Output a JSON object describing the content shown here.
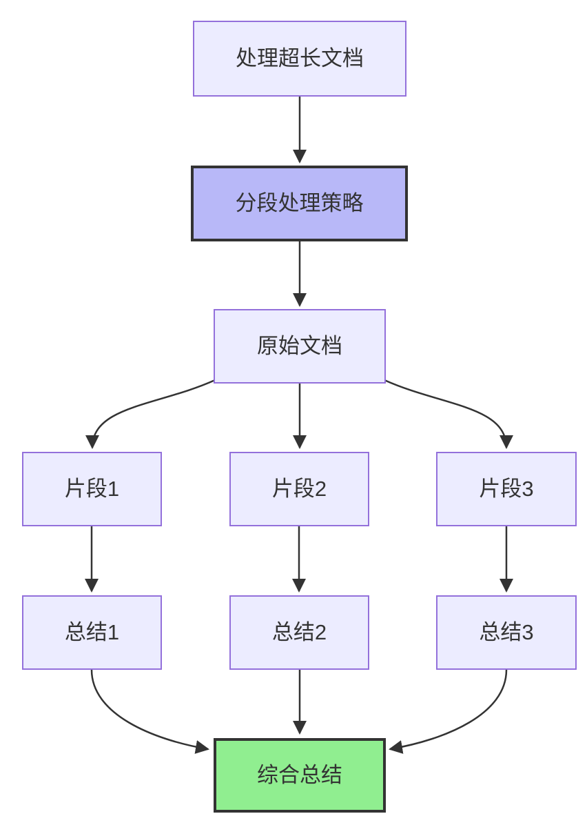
{
  "diagram": {
    "type": "flowchart-top-down",
    "nodes": [
      {
        "id": "n1",
        "label": "处理超长文档",
        "variant": "default"
      },
      {
        "id": "n2",
        "label": "分段处理策略",
        "variant": "emphasis"
      },
      {
        "id": "n3",
        "label": "原始文档",
        "variant": "default"
      },
      {
        "id": "n4",
        "label": "片段1",
        "variant": "default"
      },
      {
        "id": "n5",
        "label": "片段2",
        "variant": "default"
      },
      {
        "id": "n6",
        "label": "片段3",
        "variant": "default"
      },
      {
        "id": "n7",
        "label": "总结1",
        "variant": "default"
      },
      {
        "id": "n8",
        "label": "总结2",
        "variant": "default"
      },
      {
        "id": "n9",
        "label": "总结3",
        "variant": "default"
      },
      {
        "id": "n10",
        "label": "综合总结",
        "variant": "success"
      }
    ],
    "edges": [
      {
        "from": "处理超长文档",
        "to": "分段处理策略"
      },
      {
        "from": "分段处理策略",
        "to": "原始文档"
      },
      {
        "from": "原始文档",
        "to": "片段1"
      },
      {
        "from": "原始文档",
        "to": "片段2"
      },
      {
        "from": "原始文档",
        "to": "片段3"
      },
      {
        "from": "片段1",
        "to": "总结1"
      },
      {
        "from": "片段2",
        "to": "总结2"
      },
      {
        "from": "片段3",
        "to": "总结3"
      },
      {
        "from": "总结1",
        "to": "综合总结"
      },
      {
        "from": "总结2",
        "to": "综合总结"
      },
      {
        "from": "总结3",
        "to": "综合总结"
      }
    ],
    "colors": {
      "background": "#FFFFFF",
      "node_fill": "#ECECFF",
      "node_border": "#9370DB",
      "emphasis_fill": "#B8B8F8",
      "emphasis_border": "#333333",
      "success_fill": "#90EE90",
      "success_border": "#333333",
      "edge": "#333333",
      "text": "#333333"
    }
  }
}
